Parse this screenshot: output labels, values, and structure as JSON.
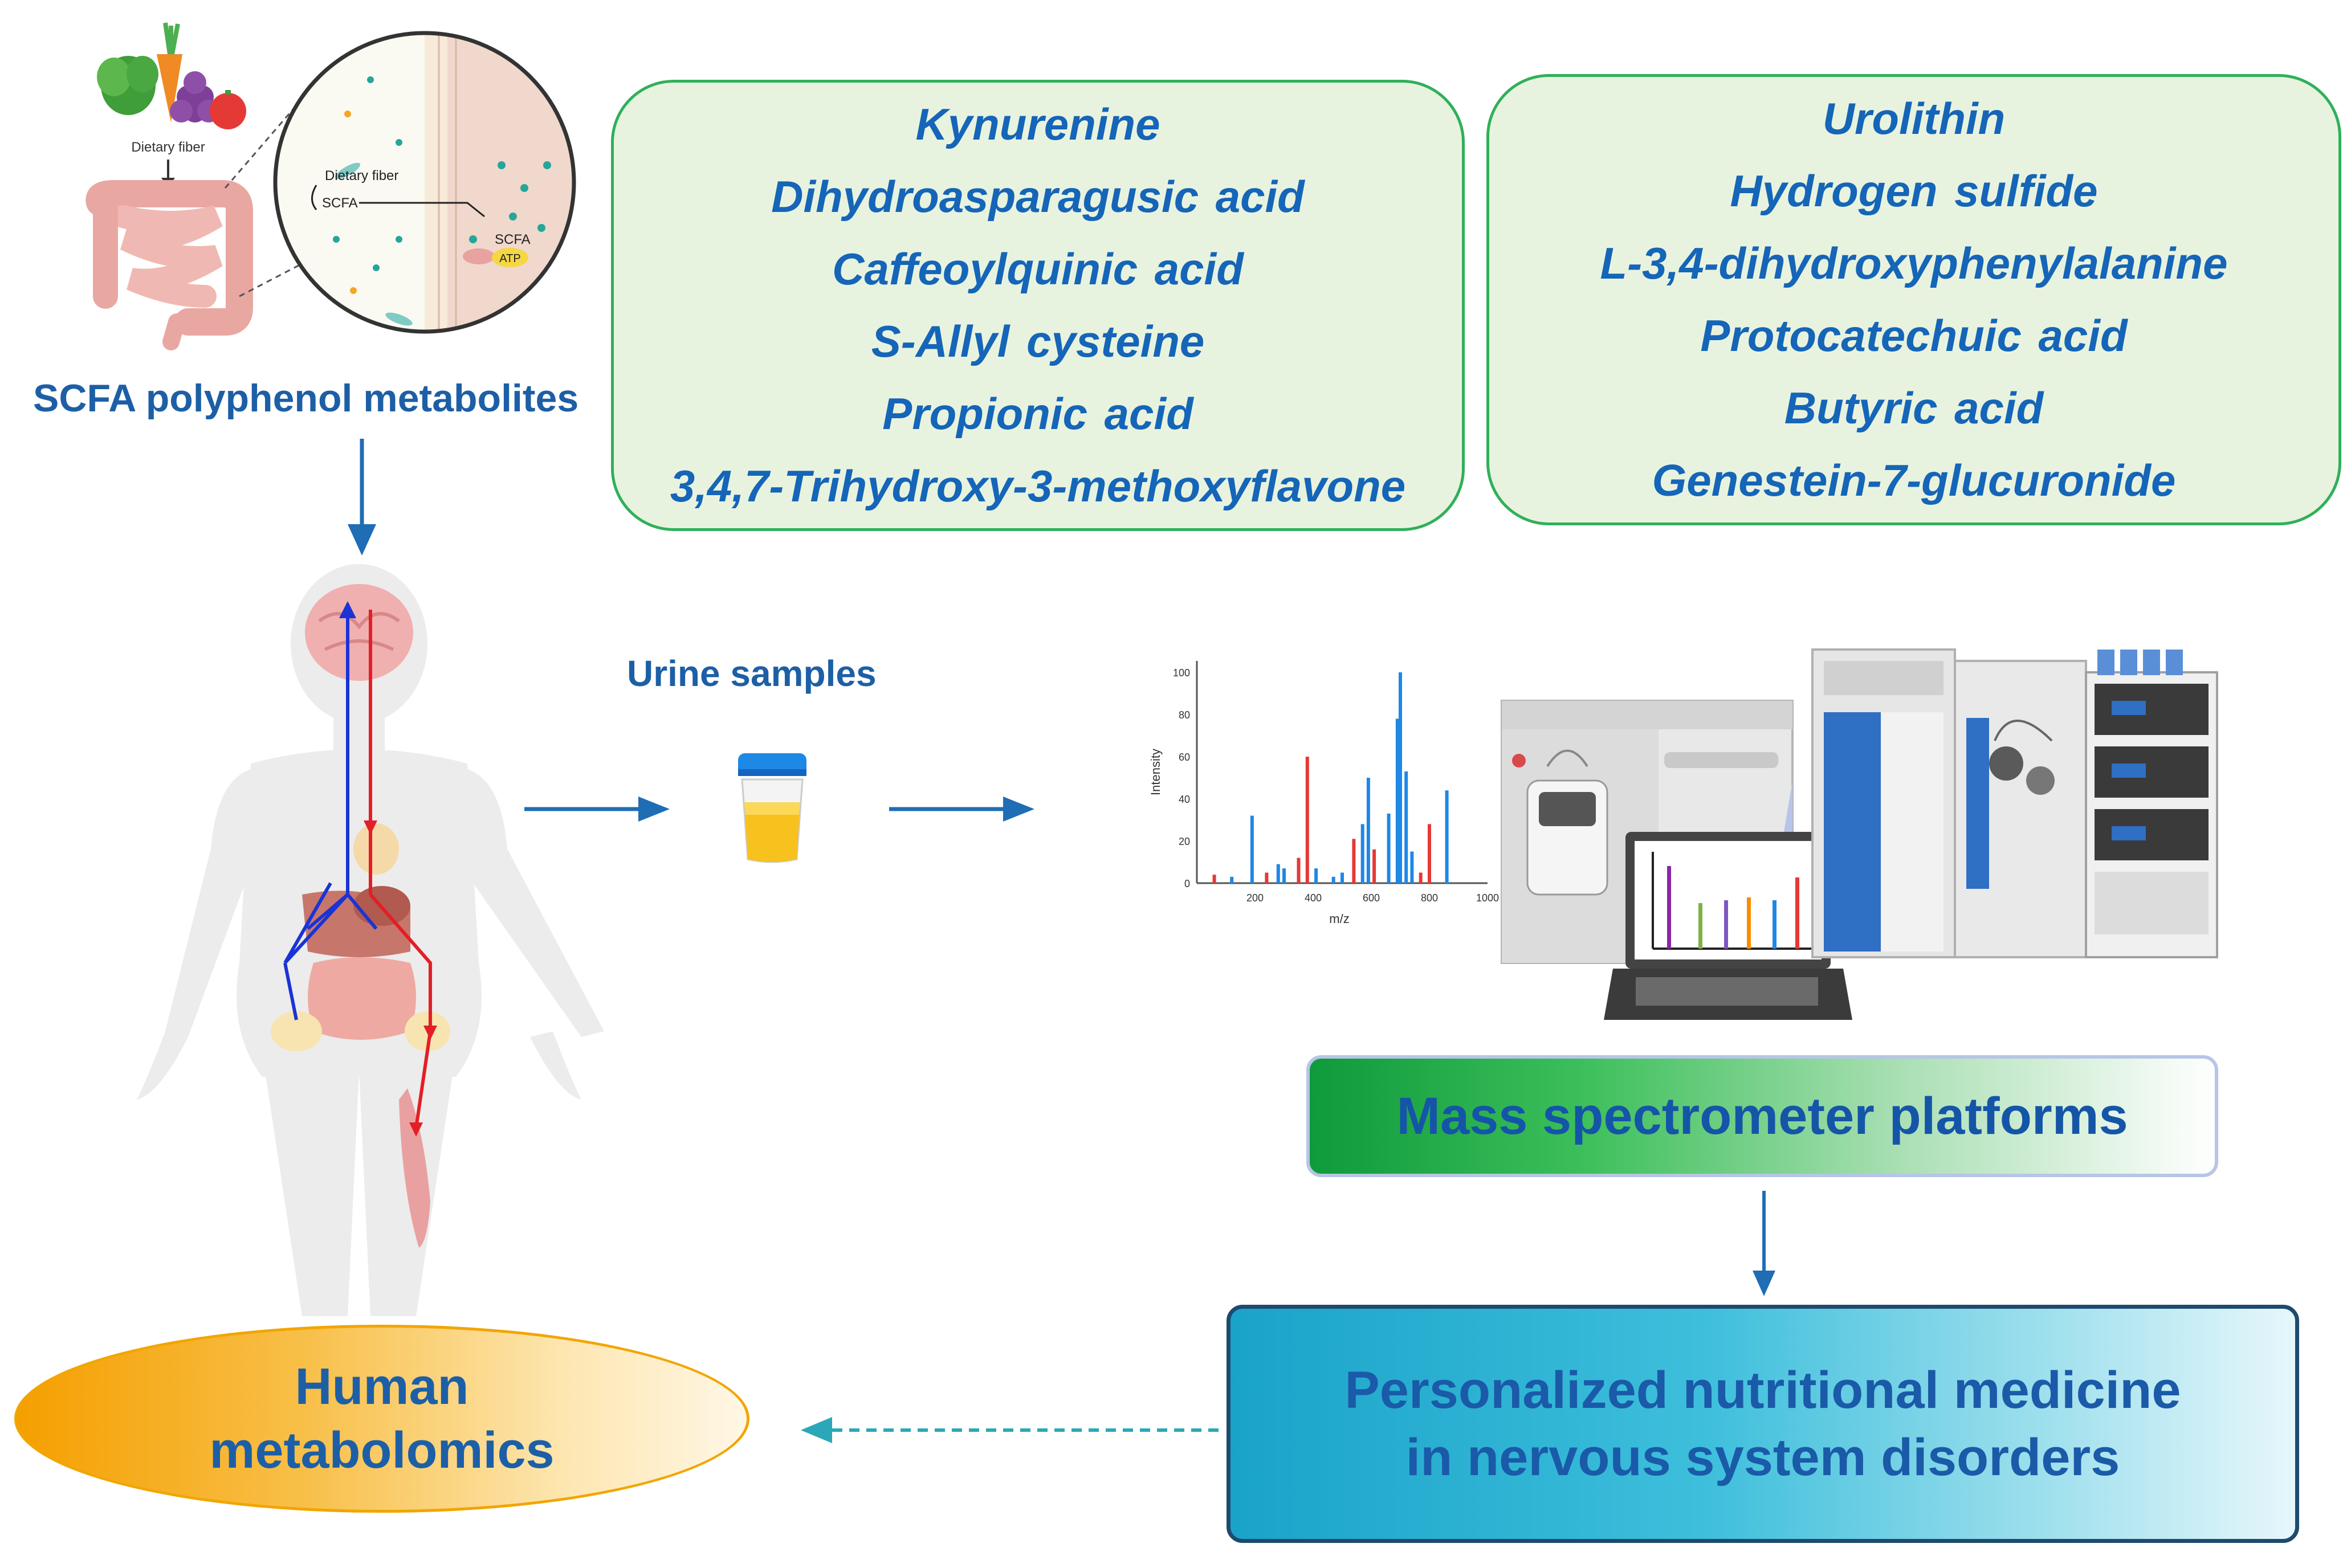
{
  "top_left": {
    "dietary_fiber_label": "Dietary fiber",
    "zoom_dietary_fiber": "Dietary fiber",
    "zoom_scfa": "SCFA",
    "zoom_scfa2": "SCFA",
    "zoom_atp": "ATP",
    "title": "SCFA polyphenol metabolites"
  },
  "metabolites_box_1": [
    "Kynurenine",
    "Dihydroasparagusic acid",
    "Caffeoylquinic acid",
    "S-Allyl cysteine",
    "Propionic acid",
    "3,4,7-Trihydroxy-3-methoxyflavone"
  ],
  "metabolites_box_2": [
    "Urolithin",
    "Hydrogen sulfide",
    "L-3,4-dihydroxyphenylalanine",
    "Protocatechuic acid",
    "Butyric acid",
    "Genestein-7-glucuronide"
  ],
  "urine_label": "Urine samples",
  "spectrum": {
    "ylabel": "Intensity",
    "xlabel": "m/z",
    "y_ticks": [
      "0",
      "20",
      "40",
      "60",
      "80",
      "100"
    ],
    "x_ticks": [
      "200",
      "400",
      "600",
      "800",
      "1000"
    ]
  },
  "platform_label": "Mass spectrometer platforms",
  "personalized": {
    "line1": "Personalized nutritional medicine",
    "line2": "in nervous system disorders"
  },
  "human_metabolomics": {
    "line1": "Human",
    "line2": "metabolomics"
  },
  "colors": {
    "box_fill": "#e8f3df",
    "box_border": "#2fb05a",
    "text_blue": "#1565b8",
    "arrow_blue": "#1f6db5",
    "dashed_teal": "#2aa8b8"
  }
}
